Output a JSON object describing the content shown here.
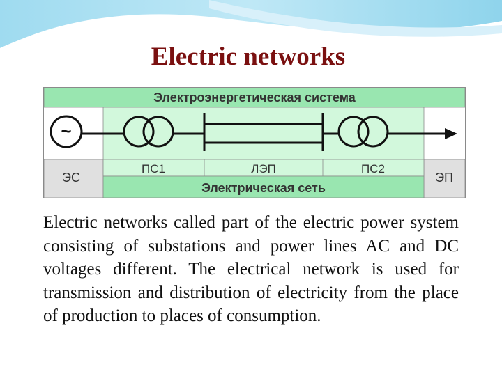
{
  "title": "Electric networks",
  "diagram": {
    "top_label": "Электроэнергетическая система",
    "bottom_label": "Электрическая сеть",
    "left_label": "ЭС",
    "right_label": "ЭП",
    "segments": [
      "ПС1",
      "ЛЭП",
      "ПС2"
    ],
    "generator_symbol": "~",
    "colors": {
      "band": "#99e6b0",
      "inner": "#d2f8dc",
      "cell": "#e0e0e0",
      "border": "#8a8a8a"
    }
  },
  "paragraph": "Electric networks called part of the electric power system consisting of substations and power lines AC and DC voltages different. The electrical network is used for transmission and distribution of electricity from the place of production to places of consumption."
}
